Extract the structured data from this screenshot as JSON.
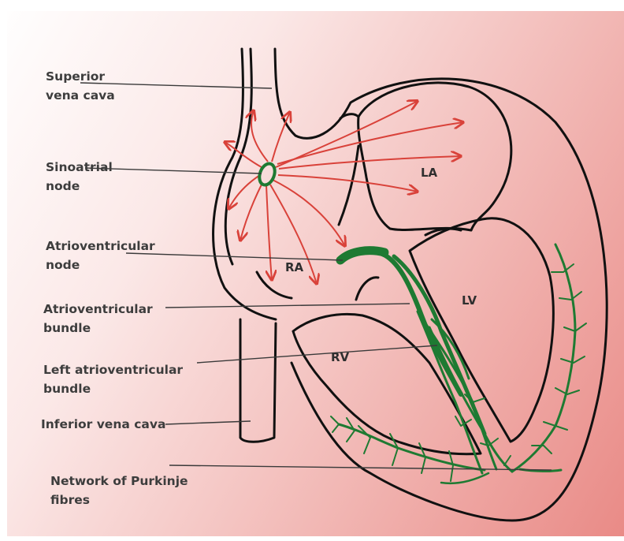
{
  "labels": {
    "superior_vena_cava": "Superior\nvena cava",
    "sinoatrial_node": "Sinoatrial\nnode",
    "atrioventricular_node": "Atrioventricular\nnode",
    "atrioventricular_bundle": "Atrioventricular\nbundle",
    "left_atrioventricular_bundle": "Left atrioventricular\nbundle",
    "inferior_vena_cava": "Inferior vena cava",
    "purkinje_network": "Network of Purkinje\nfibres"
  },
  "chambers": {
    "right_atrium": "RA",
    "left_atrium": "LA",
    "left_ventricle": "LV",
    "right_ventricle": "RV"
  },
  "colors": {
    "impulse_arrows": "#d9423a",
    "conduction_system": "#1e7a32",
    "outline": "#111111"
  }
}
